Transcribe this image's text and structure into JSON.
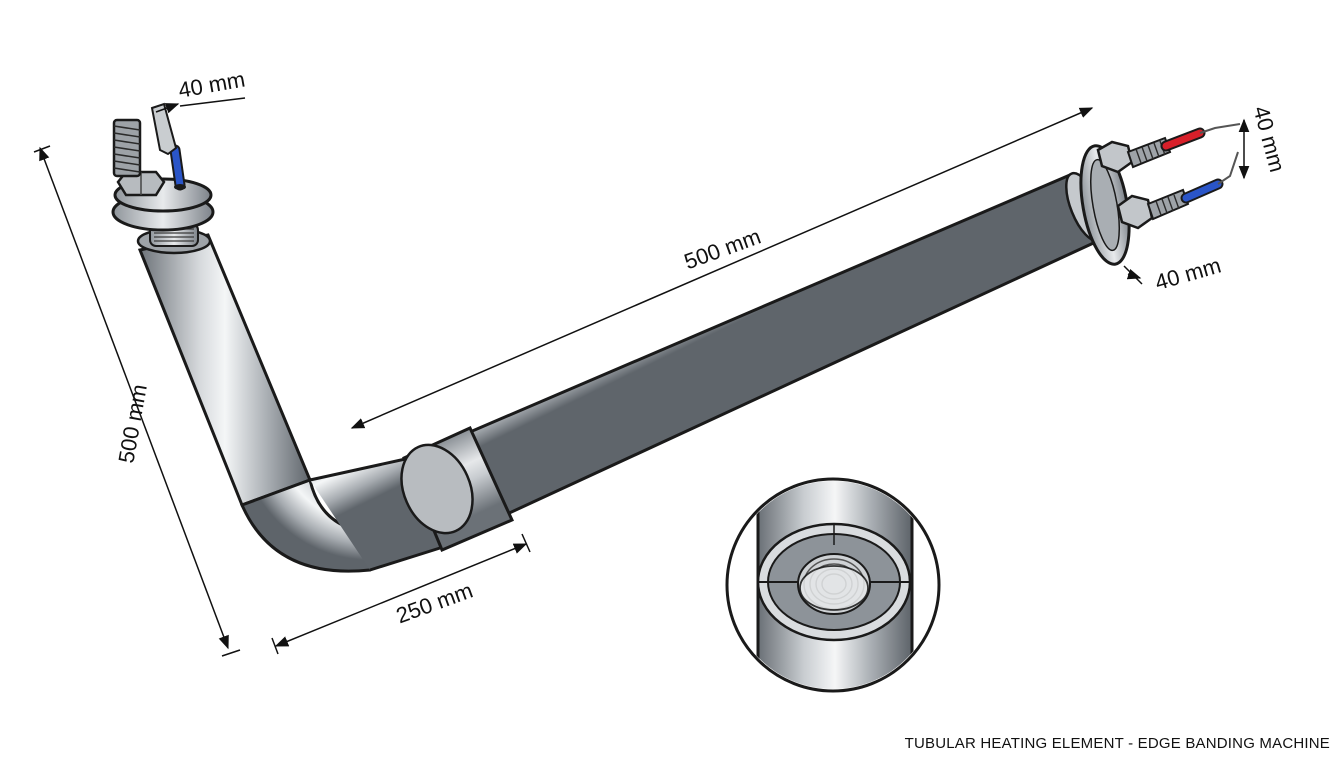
{
  "dimensions": {
    "left_vertical": "500 mm",
    "top_left_terminal": "40 mm",
    "main_horizontal": "500 mm",
    "right_terminal_top": "40 mm",
    "right_terminal_bottom": "40 mm",
    "bottom_leg": "250 mm"
  },
  "caption": "TUBULAR HEATING ELEMENT - EDGE BANDING MACHINE",
  "colors": {
    "tube_dark": "#6e747a",
    "tube_mid": "#b9bec3",
    "tube_light": "#f4f6f7",
    "wire_red": "#d8202a",
    "wire_blue": "#2a55c8",
    "outline": "#1a1a1a"
  }
}
